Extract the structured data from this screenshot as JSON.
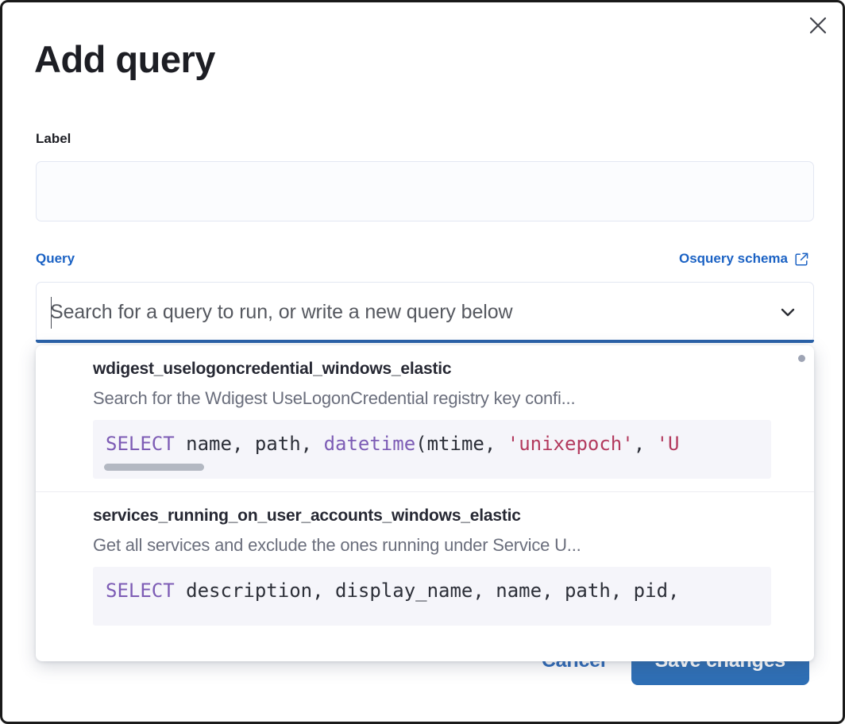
{
  "modal": {
    "title": "Add query",
    "close_icon": "close-icon"
  },
  "label_field": {
    "label": "Label",
    "value": "",
    "placeholder": ""
  },
  "query_field": {
    "label": "Query",
    "schema_link": "Osquery schema",
    "schema_link_icon": "external-link-icon",
    "combobox_placeholder": "Search for a query to run, or write a new query below",
    "combobox_value": "",
    "chevron_icon": "chevron-down-icon"
  },
  "dropdown": {
    "options": [
      {
        "title": "wdigest_uselogoncredential_windows_elastic",
        "description": "Search for the Wdigest UseLogonCredential registry key confi...",
        "sql_tokens": [
          {
            "t": "SELECT",
            "c": "kw"
          },
          {
            "t": " name",
            "c": "pun"
          },
          {
            "t": ", ",
            "c": "pun"
          },
          {
            "t": "path",
            "c": "pun"
          },
          {
            "t": ", ",
            "c": "pun"
          },
          {
            "t": "datetime",
            "c": "fn"
          },
          {
            "t": "(mtime, ",
            "c": "pun"
          },
          {
            "t": "'unixepoch'",
            "c": "str"
          },
          {
            "t": ", ",
            "c": "pun"
          },
          {
            "t": "'U",
            "c": "str"
          }
        ]
      },
      {
        "title": "services_running_on_user_accounts_windows_elastic",
        "description": "Get all services and exclude the ones running under Service U...",
        "sql_tokens": [
          {
            "t": "SELECT",
            "c": "kw"
          },
          {
            "t": " description, display_name, name, path, pid,",
            "c": "pun"
          }
        ]
      }
    ]
  },
  "footer": {
    "cancel_label": "Cancel",
    "save_label": "Save changes"
  },
  "colors": {
    "accent_blue": "#1b62c4",
    "focus_underline": "#2a62a8",
    "save_button": "#2f6fb5",
    "sql_keyword": "#7d5cb5",
    "sql_string": "#b33a5e",
    "code_background": "#f5f5fa"
  }
}
